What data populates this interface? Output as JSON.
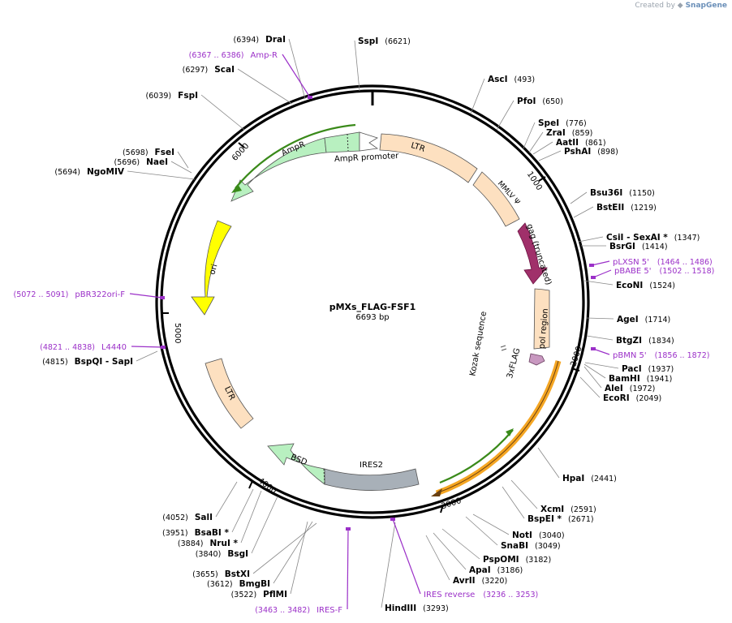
{
  "credit": {
    "prefix": "Created by",
    "brand": "SnapGene"
  },
  "plasmid": {
    "name": "pMXs_FLAG-FSF1",
    "size_label": "6693 bp",
    "length": 6693
  },
  "colors": {
    "enzyme": "#000000",
    "primer": "#9b30c8",
    "backbone": "#000000",
    "ltr": "#fde0c0",
    "psi": "#fde0c0",
    "gag": "#a0306a",
    "pol": "#fde0c0",
    "flag": "#c898c0",
    "orf": "#f5a623",
    "ires": "#a8b0b8",
    "bsd": "#b8f0c0",
    "ampr": "#b8f0c0",
    "amppromoter": "#ffffff",
    "ori": "#ffff00",
    "arrow_line": "#3a8a1a"
  },
  "ticks": [
    {
      "pos": 1000,
      "label": "1000"
    },
    {
      "pos": 2000,
      "label": "2000"
    },
    {
      "pos": 3000,
      "label": "3000"
    },
    {
      "pos": 4000,
      "label": "4000"
    },
    {
      "pos": 5000,
      "label": "5000"
    },
    {
      "pos": 6000,
      "label": "6000"
    }
  ],
  "enzymes": [
    {
      "name": "SspI",
      "pos": "(6621)",
      "site": 6621,
      "side": "right"
    },
    {
      "name": "AscI",
      "pos": "(493)",
      "site": 493,
      "side": "right"
    },
    {
      "name": "PfoI",
      "pos": "(650)",
      "site": 650,
      "side": "right"
    },
    {
      "name": "SpeI",
      "pos": "(776)",
      "site": 776,
      "side": "right"
    },
    {
      "name": "ZraI",
      "pos": "(859)",
      "site": 859,
      "side": "right"
    },
    {
      "name": "AatII",
      "pos": "(861)",
      "site": 861,
      "side": "right"
    },
    {
      "name": "PshAI",
      "pos": "(898)",
      "site": 898,
      "side": "right"
    },
    {
      "name": "Bsu36I",
      "pos": "(1150)",
      "site": 1150,
      "side": "right"
    },
    {
      "name": "BstEII",
      "pos": "(1219)",
      "site": 1219,
      "side": "right"
    },
    {
      "name": "CsiI  - SexAI *",
      "pos": "(1347)",
      "site": 1347,
      "side": "right"
    },
    {
      "name": "BsrGI",
      "pos": "(1414)",
      "site": 1414,
      "side": "right"
    },
    {
      "name": "EcoNI",
      "pos": "(1524)",
      "site": 1524,
      "side": "right"
    },
    {
      "name": "AgeI",
      "pos": "(1714)",
      "site": 1714,
      "side": "right"
    },
    {
      "name": "BtgZI",
      "pos": "(1834)",
      "site": 1834,
      "side": "right"
    },
    {
      "name": "PacI",
      "pos": "(1937)",
      "site": 1937,
      "side": "right"
    },
    {
      "name": "BamHI",
      "pos": "(1941)",
      "site": 1941,
      "side": "right"
    },
    {
      "name": "AleI",
      "pos": "(1972)",
      "site": 1972,
      "side": "right"
    },
    {
      "name": "EcoRI",
      "pos": "(2049)",
      "site": 2049,
      "side": "right"
    },
    {
      "name": "HpaI",
      "pos": "(2441)",
      "site": 2441,
      "side": "right"
    },
    {
      "name": "XcmI",
      "pos": "(2591)",
      "site": 2591,
      "side": "right"
    },
    {
      "name": "BspEI *",
      "pos": "(2671)",
      "site": 2671,
      "side": "right"
    },
    {
      "name": "NotI",
      "pos": "(3040)",
      "site": 3040,
      "side": "right"
    },
    {
      "name": "SnaBI",
      "pos": "(3049)",
      "site": 3049,
      "side": "right"
    },
    {
      "name": "PspOMI",
      "pos": "(3182)",
      "site": 3182,
      "side": "right"
    },
    {
      "name": "ApaI",
      "pos": "(3186)",
      "site": 3186,
      "side": "right"
    },
    {
      "name": "AvrII",
      "pos": "(3220)",
      "site": 3220,
      "side": "right"
    },
    {
      "name": "HindIII",
      "pos": "(3293)",
      "site": 3293,
      "side": "right"
    },
    {
      "name": "PflMI",
      "pos": "(3522)",
      "site": 3522,
      "side": "left"
    },
    {
      "name": "BmgBI",
      "pos": "(3612)",
      "site": 3612,
      "side": "left"
    },
    {
      "name": "BstXI",
      "pos": "(3655)",
      "site": 3655,
      "side": "left"
    },
    {
      "name": "BsgI",
      "pos": "(3840)",
      "site": 3840,
      "side": "left"
    },
    {
      "name": "NruI *",
      "pos": "(3884)",
      "site": 3884,
      "side": "left"
    },
    {
      "name": "BsaBI *",
      "pos": "(3951)",
      "site": 3951,
      "side": "left"
    },
    {
      "name": "SalI",
      "pos": "(4052)",
      "site": 4052,
      "side": "left"
    },
    {
      "name": "BspQI  - SapI",
      "pos": "(4815)",
      "site": 4815,
      "side": "left"
    },
    {
      "name": "NgoMIV",
      "pos": "(5694)",
      "site": 5694,
      "side": "left"
    },
    {
      "name": "NaeI",
      "pos": "(5696)",
      "site": 5696,
      "side": "left"
    },
    {
      "name": "FseI",
      "pos": "(5698)",
      "site": 5698,
      "side": "left"
    },
    {
      "name": "FspI",
      "pos": "(6039)",
      "site": 6039,
      "side": "left"
    },
    {
      "name": "ScaI",
      "pos": "(6297)",
      "site": 6297,
      "side": "left"
    },
    {
      "name": "DraI",
      "pos": "(6394)",
      "site": 6394,
      "side": "left"
    }
  ],
  "primers": [
    {
      "name": "pLXSN 5'",
      "pos": "(1464 .. 1486)",
      "start": 1464,
      "end": 1486,
      "side": "right"
    },
    {
      "name": "pBABE 5'",
      "pos": "(1502 .. 1518)",
      "start": 1502,
      "end": 1518,
      "side": "right"
    },
    {
      "name": "pBMN 5'",
      "pos": "(1856 .. 1872)",
      "start": 1856,
      "end": 1872,
      "side": "right"
    },
    {
      "name": "IRES reverse",
      "pos": "(3236 .. 3253)",
      "start": 3236,
      "end": 3253,
      "side": "right"
    },
    {
      "name": "IRES-F",
      "pos": "(3463 .. 3482)",
      "start": 3463,
      "end": 3482,
      "side": "left"
    },
    {
      "name": "L4440",
      "pos": "(4821 .. 4838)",
      "start": 4821,
      "end": 4838,
      "side": "left"
    },
    {
      "name": "pBR322ori-F",
      "pos": "(5072 .. 5091)",
      "start": 5072,
      "end": 5091,
      "side": "left"
    },
    {
      "name": "Amp-R",
      "pos": "(6367 .. 6386)",
      "start": 6367,
      "end": 6386,
      "side": "left"
    }
  ],
  "features": [
    {
      "key": "ltr1",
      "label": "LTR"
    },
    {
      "key": "psi",
      "label": "MMLV Ψ"
    },
    {
      "key": "gag",
      "label": "gag (truncated)"
    },
    {
      "key": "pol",
      "label": "pol region"
    },
    {
      "key": "kozak",
      "label": "Kozak sequence"
    },
    {
      "key": "flag",
      "label": "3xFLAG"
    },
    {
      "key": "ires",
      "label": "IRES2"
    },
    {
      "key": "bsd",
      "label": "BSD"
    },
    {
      "key": "ltr2",
      "label": "LTR"
    },
    {
      "key": "ori",
      "label": "ori"
    },
    {
      "key": "ampr",
      "label": "AmpR"
    },
    {
      "key": "amppromoter",
      "label": "AmpR promoter"
    }
  ]
}
